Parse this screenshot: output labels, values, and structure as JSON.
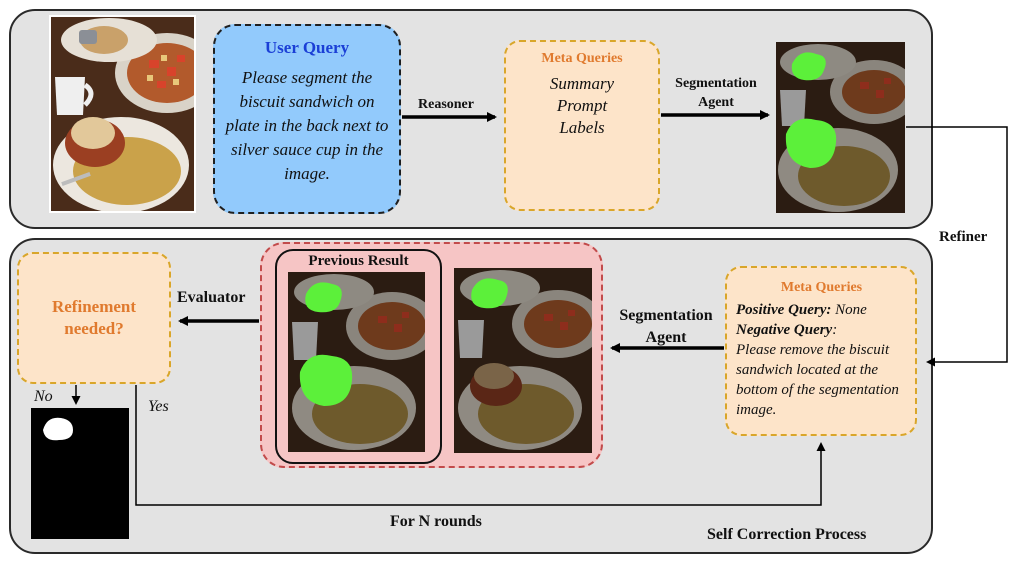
{
  "top_panel": {
    "user_query": {
      "title": "User Query",
      "text": "Please segment the biscuit sandwich on plate in the back next to silver sauce cup in the image."
    },
    "reasoner_label": "Reasoner",
    "meta_queries": {
      "title": "Meta Queries",
      "items": [
        "Summary",
        "Prompt",
        "Labels"
      ]
    },
    "segmentation_agent_label": "Segmentation Agent"
  },
  "refiner_label": "Refiner",
  "bottom_panel": {
    "refinement_box": {
      "title": "Refinement needed?"
    },
    "evaluator_label": "Evaluator",
    "previous_result_label": "Previous Result",
    "segmentation_agent_label": "Segmentation Agent",
    "meta_queries": {
      "title": "Meta Queries",
      "positive_label": "Positive Query:",
      "positive_value": " None",
      "negative_label": "Negative Query",
      "negative_colon": ":",
      "negative_value": "Please remove the biscuit sandwich located at the bottom of the segmentation image."
    },
    "no_label": "No",
    "yes_label": "Yes",
    "rounds_label": "For N rounds",
    "process_label": "Self Correction Process"
  },
  "colors": {
    "panel_bg": "#e3e3e3",
    "user_query_bg": "#92cafc",
    "meta_box_bg": "#fde4c9",
    "meta_box_border": "#d9a62a",
    "previous_result_bg": "#f6c5c5",
    "mask_green": "#5cf03a",
    "title_blue": "#1b3fd6",
    "title_orange": "#e07a2e"
  }
}
